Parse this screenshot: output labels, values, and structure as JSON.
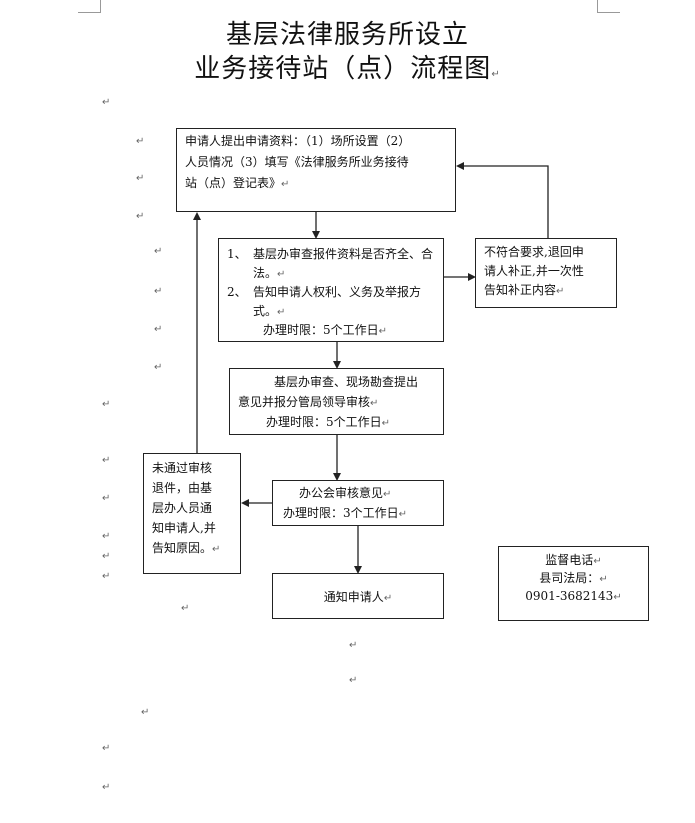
{
  "title": {
    "line1": "基层法律服务所设立",
    "line2": "业务接待站（点）流程图"
  },
  "paragraph_mark": "↵",
  "nodes": {
    "apply": {
      "lines": [
        "申请人提出申请资料：（1）场所设置（2）",
        "人员情况（3）填写《法律服务所业务接待",
        "站（点）登记表》"
      ]
    },
    "review": {
      "item1_num": "1、",
      "item1_text": "基层办审查报件资料是否齐全、合法。",
      "item2_num": "2、",
      "item2_text": "告知申请人权利、义务及举报方式。",
      "deadline": "办理时限：5个工作日"
    },
    "reject": {
      "lines": [
        "不符合要求,退回申",
        "请人补正,并一次性",
        "告知补正内容"
      ]
    },
    "inspect": {
      "lines": [
        "基层办审查、现场勘查提出",
        "意见并报分管局领导审核",
        "办理时限：5个工作日"
      ]
    },
    "office_meeting": {
      "lines": [
        "办公会审核意见",
        "办理时限：3个工作日"
      ]
    },
    "not_approved": {
      "lines": [
        "未通过审核",
        "退件，由基",
        "层办人员通",
        "知申请人,并",
        "告知原因。"
      ]
    },
    "notify": {
      "label": "通知申请人"
    },
    "hotline": {
      "lines": [
        "监督电话",
        "县司法局：",
        "0901-3682143"
      ]
    }
  }
}
